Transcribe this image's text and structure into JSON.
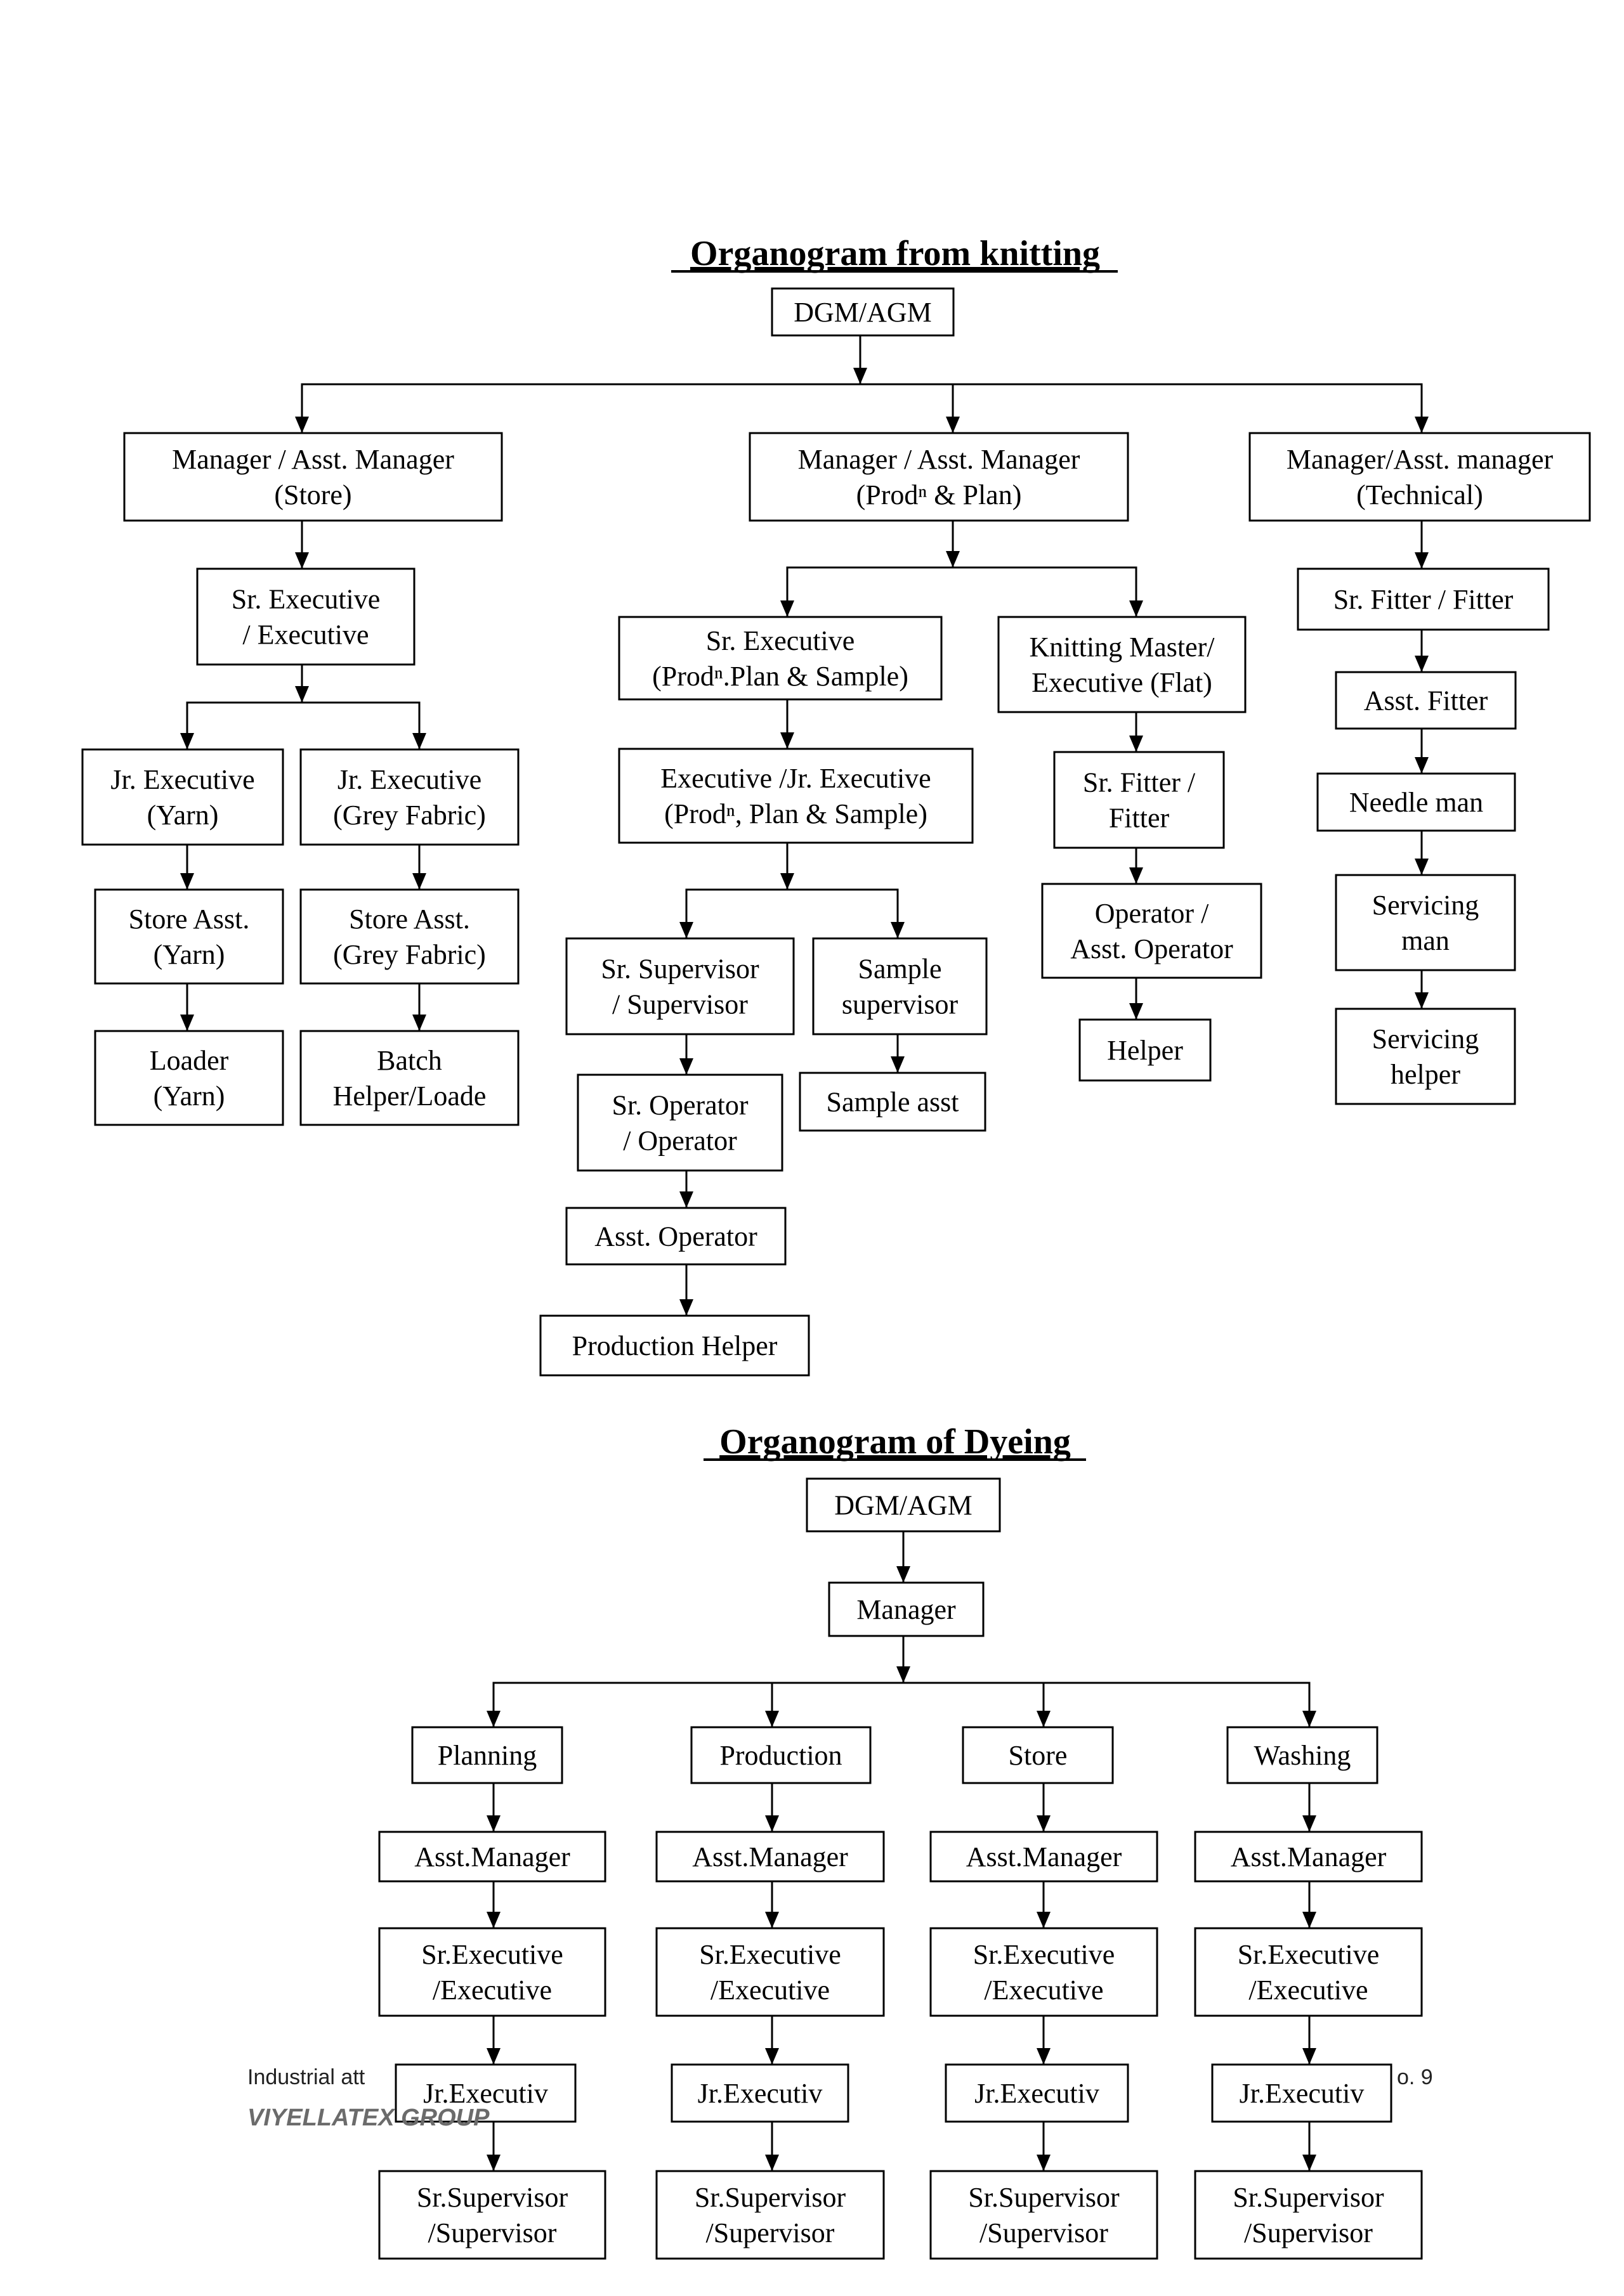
{
  "knitting": {
    "title": "Organogram from knitting",
    "nodes": {
      "k_top": [
        "DGM/AGM"
      ],
      "k_store_mgr": [
        "Manager / Asst. Manager",
        "(Store)"
      ],
      "k_prod_mgr": [
        "Manager / Asst. Manager",
        "(Prodⁿ & Plan)"
      ],
      "k_tech_mgr": [
        "Manager/Asst. manager",
        "(Technical)"
      ],
      "k_store_exec": [
        "Sr. Executive",
        "/ Executive"
      ],
      "k_jr_exec_yarn": [
        "Jr. Executive",
        "(Yarn)"
      ],
      "k_jr_exec_grey": [
        "Jr. Executive",
        "(Grey Fabric)"
      ],
      "k_store_asst_yarn": [
        "Store Asst.",
        "(Yarn)"
      ],
      "k_store_asst_grey": [
        "Store Asst.",
        "(Grey Fabric)"
      ],
      "k_loader_yarn": [
        "Loader",
        "(Yarn)"
      ],
      "k_batch_helper": [
        "Batch",
        "Helper/Loade"
      ],
      "k_sr_exec_prod": [
        "Sr. Executive",
        "(Prodⁿ.Plan & Sample)"
      ],
      "k_knitting_master": [
        "Knitting Master/",
        "Executive (Flat)"
      ],
      "k_exec_prod": [
        "Executive /Jr. Executive",
        "(Prodⁿ, Plan & Sample)"
      ],
      "k_sr_supervisor": [
        "Sr. Supervisor",
        "/ Supervisor"
      ],
      "k_sample_supervisor": [
        "Sample",
        "supervisor"
      ],
      "k_sr_operator": [
        "Sr. Operator",
        "/ Operator"
      ],
      "k_sample_asst": [
        "Sample asst"
      ],
      "k_asst_operator": [
        "Asst. Operator"
      ],
      "k_production_helper": [
        "Production Helper"
      ],
      "k_flat_fitter": [
        "Sr. Fitter /",
        "Fitter"
      ],
      "k_flat_operator": [
        "Operator /",
        "Asst. Operator"
      ],
      "k_flat_helper": [
        "Helper"
      ],
      "k_tech_fitter": [
        "Sr. Fitter / Fitter"
      ],
      "k_asst_fitter": [
        "Asst. Fitter"
      ],
      "k_needle_man": [
        "Needle man"
      ],
      "k_servicing_man": [
        "Servicing",
        "man"
      ],
      "k_servicing_helper": [
        "Servicing",
        "helper"
      ]
    }
  },
  "dyeing": {
    "title": "Organogram of Dyeing",
    "nodes": {
      "d_top": [
        "DGM/AGM"
      ],
      "d_manager": [
        "Manager"
      ],
      "d_planning": [
        "Planning"
      ],
      "d_production": [
        "Production"
      ],
      "d_store": [
        "Store"
      ],
      "d_washing": [
        "Washing"
      ],
      "d_am_1": [
        "Asst.Manager"
      ],
      "d_am_2": [
        "Asst.Manager"
      ],
      "d_am_3": [
        "Asst.Manager"
      ],
      "d_am_4": [
        "Asst.Manager"
      ],
      "d_se_1": [
        "Sr.Executive",
        "/Executive"
      ],
      "d_se_2": [
        "Sr.Executive",
        "/Executive"
      ],
      "d_se_3": [
        "Sr.Executive",
        "/Executive"
      ],
      "d_se_4": [
        "Sr.Executive",
        "/Executive"
      ],
      "d_je_1": [
        "Jr.Executiv"
      ],
      "d_je_2": [
        "Jr.Executiv"
      ],
      "d_je_3": [
        "Jr.Executiv"
      ],
      "d_je_4": [
        "Jr.Executiv"
      ],
      "d_ss_1": [
        "Sr.Supervisor",
        "/Supervisor"
      ],
      "d_ss_2": [
        "Sr.Supervisor",
        "/Supervisor"
      ],
      "d_ss_3": [
        "Sr.Supervisor",
        "/Supervisor"
      ],
      "d_ss_4": [
        "Sr.Supervisor",
        "/Supervisor"
      ]
    }
  },
  "footer": {
    "left_text": "Industrial att",
    "logo_text": "VIYELLATEX GROUP",
    "right_text": "o. 9"
  }
}
